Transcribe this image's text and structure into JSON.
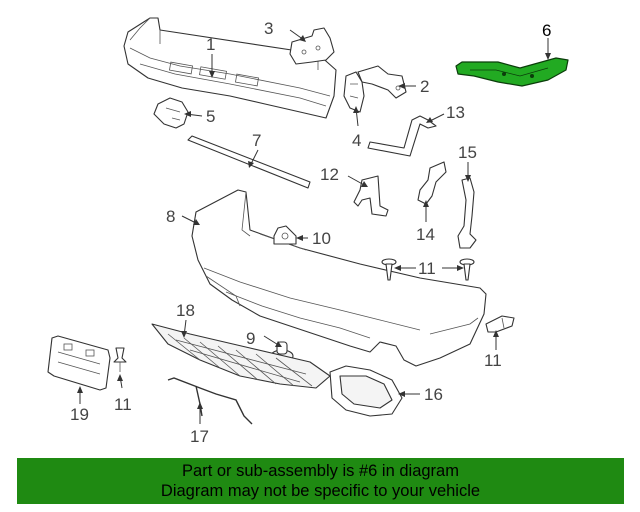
{
  "diagram": {
    "highlight_color": "#22aa22",
    "callouts": {
      "c1": "1",
      "c2": "2",
      "c3": "3",
      "c4": "4",
      "c5": "5",
      "c6": "6",
      "c7": "7",
      "c8": "8",
      "c9": "9",
      "c10": "10",
      "c11a": "11",
      "c11b": "11",
      "c11c": "11",
      "c12": "12",
      "c13": "13",
      "c14": "14",
      "c15": "15",
      "c16": "16",
      "c17": "17",
      "c18": "18",
      "c19": "19"
    }
  },
  "banner": {
    "background": "#1f8a12",
    "line1": "Part or sub-assembly is #6 in diagram",
    "line2": "Diagram may not be specific to your vehicle"
  }
}
